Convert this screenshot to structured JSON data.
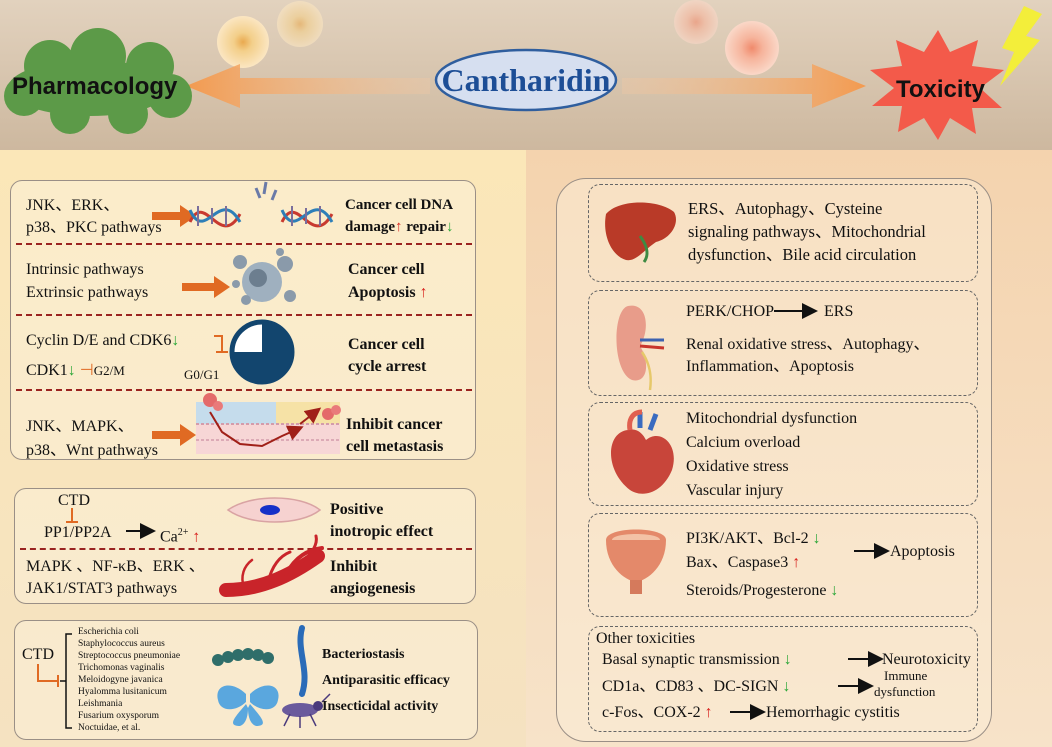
{
  "header": {
    "center": "Cantharidin",
    "left": "Pharmacology",
    "right": "Toxicity"
  },
  "pharmacology": {
    "dna": {
      "left": [
        "JNK、ERK、",
        "p38、PKC pathways"
      ],
      "right_line1": "Cancer cell DNA",
      "damage": "damage",
      "repair": "repair"
    },
    "apoptosis": {
      "left": [
        "Intrinsic pathways",
        "Extrinsic pathways"
      ],
      "right": [
        "Cancer cell",
        "Apoptosis"
      ]
    },
    "cycle": {
      "line1": "Cyclin D/E and CDK6",
      "cdk1": "CDK1",
      "g2m": "G2/M",
      "g0g1": "G0/G1",
      "right": [
        "Cancer cell",
        "cycle arrest"
      ]
    },
    "metastasis": {
      "left": [
        "JNK、MAPK、",
        "p38、Wnt pathways"
      ],
      "right": [
        "Inhibit cancer",
        "cell metastasis"
      ]
    },
    "inotropic": {
      "ctd": "CTD",
      "pp": "PP1/PP2A",
      "ca": "Ca",
      "ca_sup": "2+",
      "right": [
        "Positive",
        "inotropic effect"
      ]
    },
    "angiogenesis": {
      "left": [
        "MAPK 、NF-κB、ERK 、",
        "JAK1/STAT3 pathways"
      ],
      "right": [
        "Inhibit",
        "angiogenesis"
      ]
    },
    "antimicrobial": {
      "ctd": "CTD",
      "organisms": [
        "Escherichia coli",
        "Staphylococcus aureus",
        "Streptococcus pneumoniae",
        "Trichomonas vaginalis",
        "Meloidogyne javanica",
        "Hyalomma lusitanicum",
        "Leishmania",
        "Fusarium oxysporum",
        "Noctuidae, et al."
      ],
      "effects": [
        "Bacteriostasis",
        "Antiparasitic efficacy",
        "Insecticidal activity"
      ]
    }
  },
  "toxicity": {
    "liver": [
      "ERS、Autophagy、Cysteine",
      "signaling pathways、Mitochondrial",
      "dysfunction、Bile acid circulation"
    ],
    "kidney": {
      "perk": "PERK/CHOP",
      "ers": "ERS",
      "lines": [
        "Renal oxidative stress、Autophagy、",
        "Inflammation、Apoptosis"
      ]
    },
    "heart": [
      "Mitochondrial dysfunction",
      "Calcium overload",
      "Oxidative stress",
      "Vascular injury"
    ],
    "bladder": {
      "line1": "PI3K/AKT、Bcl-2",
      "line2": "Bax、Caspase3",
      "apoptosis": "Apoptosis",
      "line3": "Steroids/Progesterone"
    },
    "other": {
      "title": "Other toxicities",
      "basal": "Basal synaptic transmission",
      "neuro": "Neurotoxicity",
      "cd": "CD1a、CD83 、DC-SIGN",
      "immune": [
        "Immune",
        "dysfunction"
      ],
      "cfos": "c-Fos、COX-2",
      "hemo": "Hemorrhagic cystitis"
    }
  },
  "symbols": {
    "up": "↑",
    "down": "↓",
    "inhibit": "⊣"
  },
  "colors": {
    "pharmacology_cloud": "#5c9a48",
    "toxicity_burst": "#f35a4a",
    "arrow_orange": "#e06a23",
    "up_red": "#d8231f",
    "down_green": "#29a636",
    "dashed_sep": "#9a2320",
    "title_blue": "#1d4e96"
  }
}
